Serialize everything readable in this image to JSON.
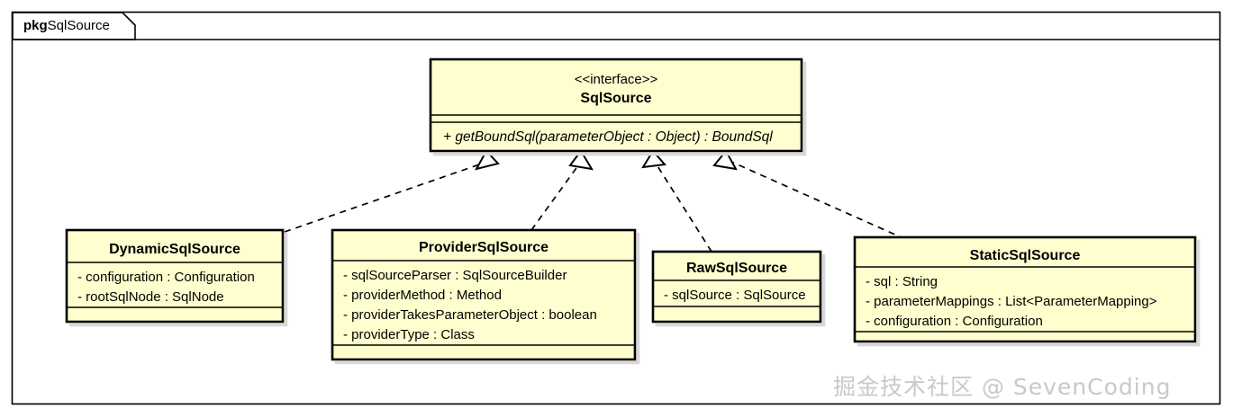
{
  "diagram": {
    "type": "uml-class-diagram",
    "package": {
      "keyword": "pkg",
      "name": "SqlSource"
    },
    "colors": {
      "class_fill": "#FEFECE",
      "class_border": "#000000",
      "canvas_background": "#FFFFFF",
      "connector": "#000000",
      "watermark": "#C9C9C9"
    },
    "interface": {
      "stereotype": "<<interface>>",
      "name": "SqlSource",
      "attributes": [],
      "methods": [
        "+ getBoundSql(parameterObject : Object) : BoundSql"
      ]
    },
    "classes": [
      {
        "id": "dynamic",
        "name": "DynamicSqlSource",
        "attributes": [
          "- configuration : Configuration",
          "- rootSqlNode : SqlNode"
        ],
        "methods": []
      },
      {
        "id": "provider",
        "name": "ProviderSqlSource",
        "attributes": [
          "- sqlSourceParser : SqlSourceBuilder",
          "- providerMethod : Method",
          "- providerTakesParameterObject : boolean",
          "- providerType : Class"
        ],
        "methods": []
      },
      {
        "id": "raw",
        "name": "RawSqlSource",
        "attributes": [
          "- sqlSource : SqlSource"
        ],
        "methods": []
      },
      {
        "id": "static",
        "name": "StaticSqlSource",
        "attributes": [
          "- sql : String",
          "- parameterMappings : List<ParameterMapping>",
          "- configuration : Configuration"
        ],
        "methods": []
      }
    ],
    "relationships": [
      {
        "from": "DynamicSqlSource",
        "to": "SqlSource",
        "kind": "realization"
      },
      {
        "from": "ProviderSqlSource",
        "to": "SqlSource",
        "kind": "realization"
      },
      {
        "from": "RawSqlSource",
        "to": "SqlSource",
        "kind": "realization"
      },
      {
        "from": "StaticSqlSource",
        "to": "SqlSource",
        "kind": "realization"
      }
    ]
  },
  "watermark": {
    "text": "掘金技术社区 @ SevenCoding"
  }
}
